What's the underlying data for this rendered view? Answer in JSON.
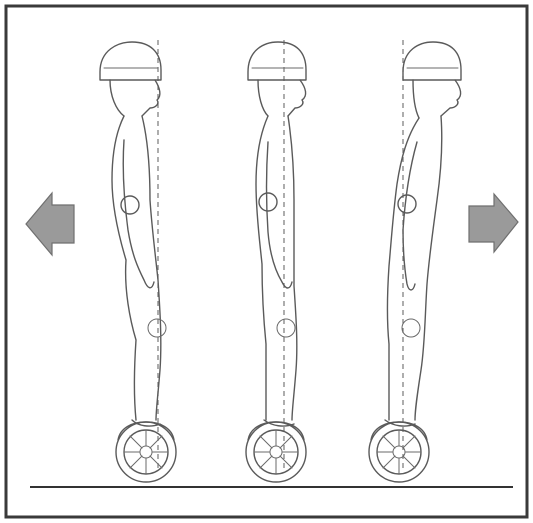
{
  "diagram": {
    "figures": [
      {
        "lean": "backward",
        "direction_arrow": "left"
      },
      {
        "lean": "neutral",
        "direction_arrow": "none"
      },
      {
        "lean": "forward",
        "direction_arrow": "right"
      }
    ],
    "colors": {
      "border": "#3a3a3a",
      "line": "#5a5a5a",
      "arrow_fill": "#9a9a9a",
      "ground": "#333333"
    },
    "icons": {
      "left": "arrow-left-icon",
      "right": "arrow-right-icon"
    }
  }
}
